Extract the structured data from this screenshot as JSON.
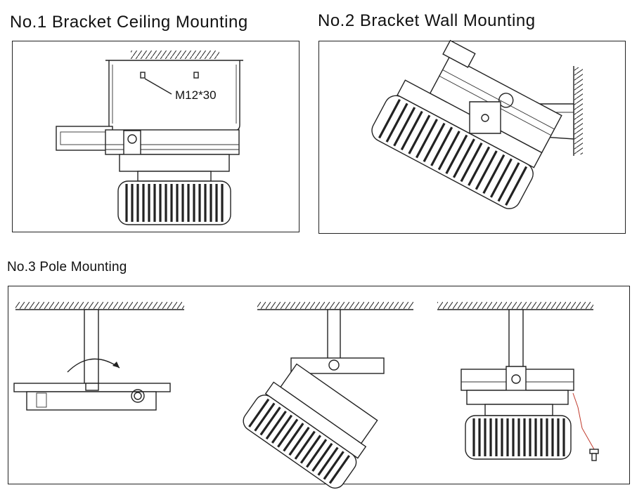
{
  "section1": {
    "title": "No.1 Bracket Ceiling Mounting",
    "bolt_label": "M12*30"
  },
  "section2": {
    "title": "No.2 Bracket Wall Mounting"
  },
  "section3": {
    "title": "No.3 Pole Mounting"
  },
  "icons": [
    "ceiling-hatch",
    "wall-hatch",
    "rotate-arrow",
    "screw-icon",
    "light-fixture"
  ]
}
